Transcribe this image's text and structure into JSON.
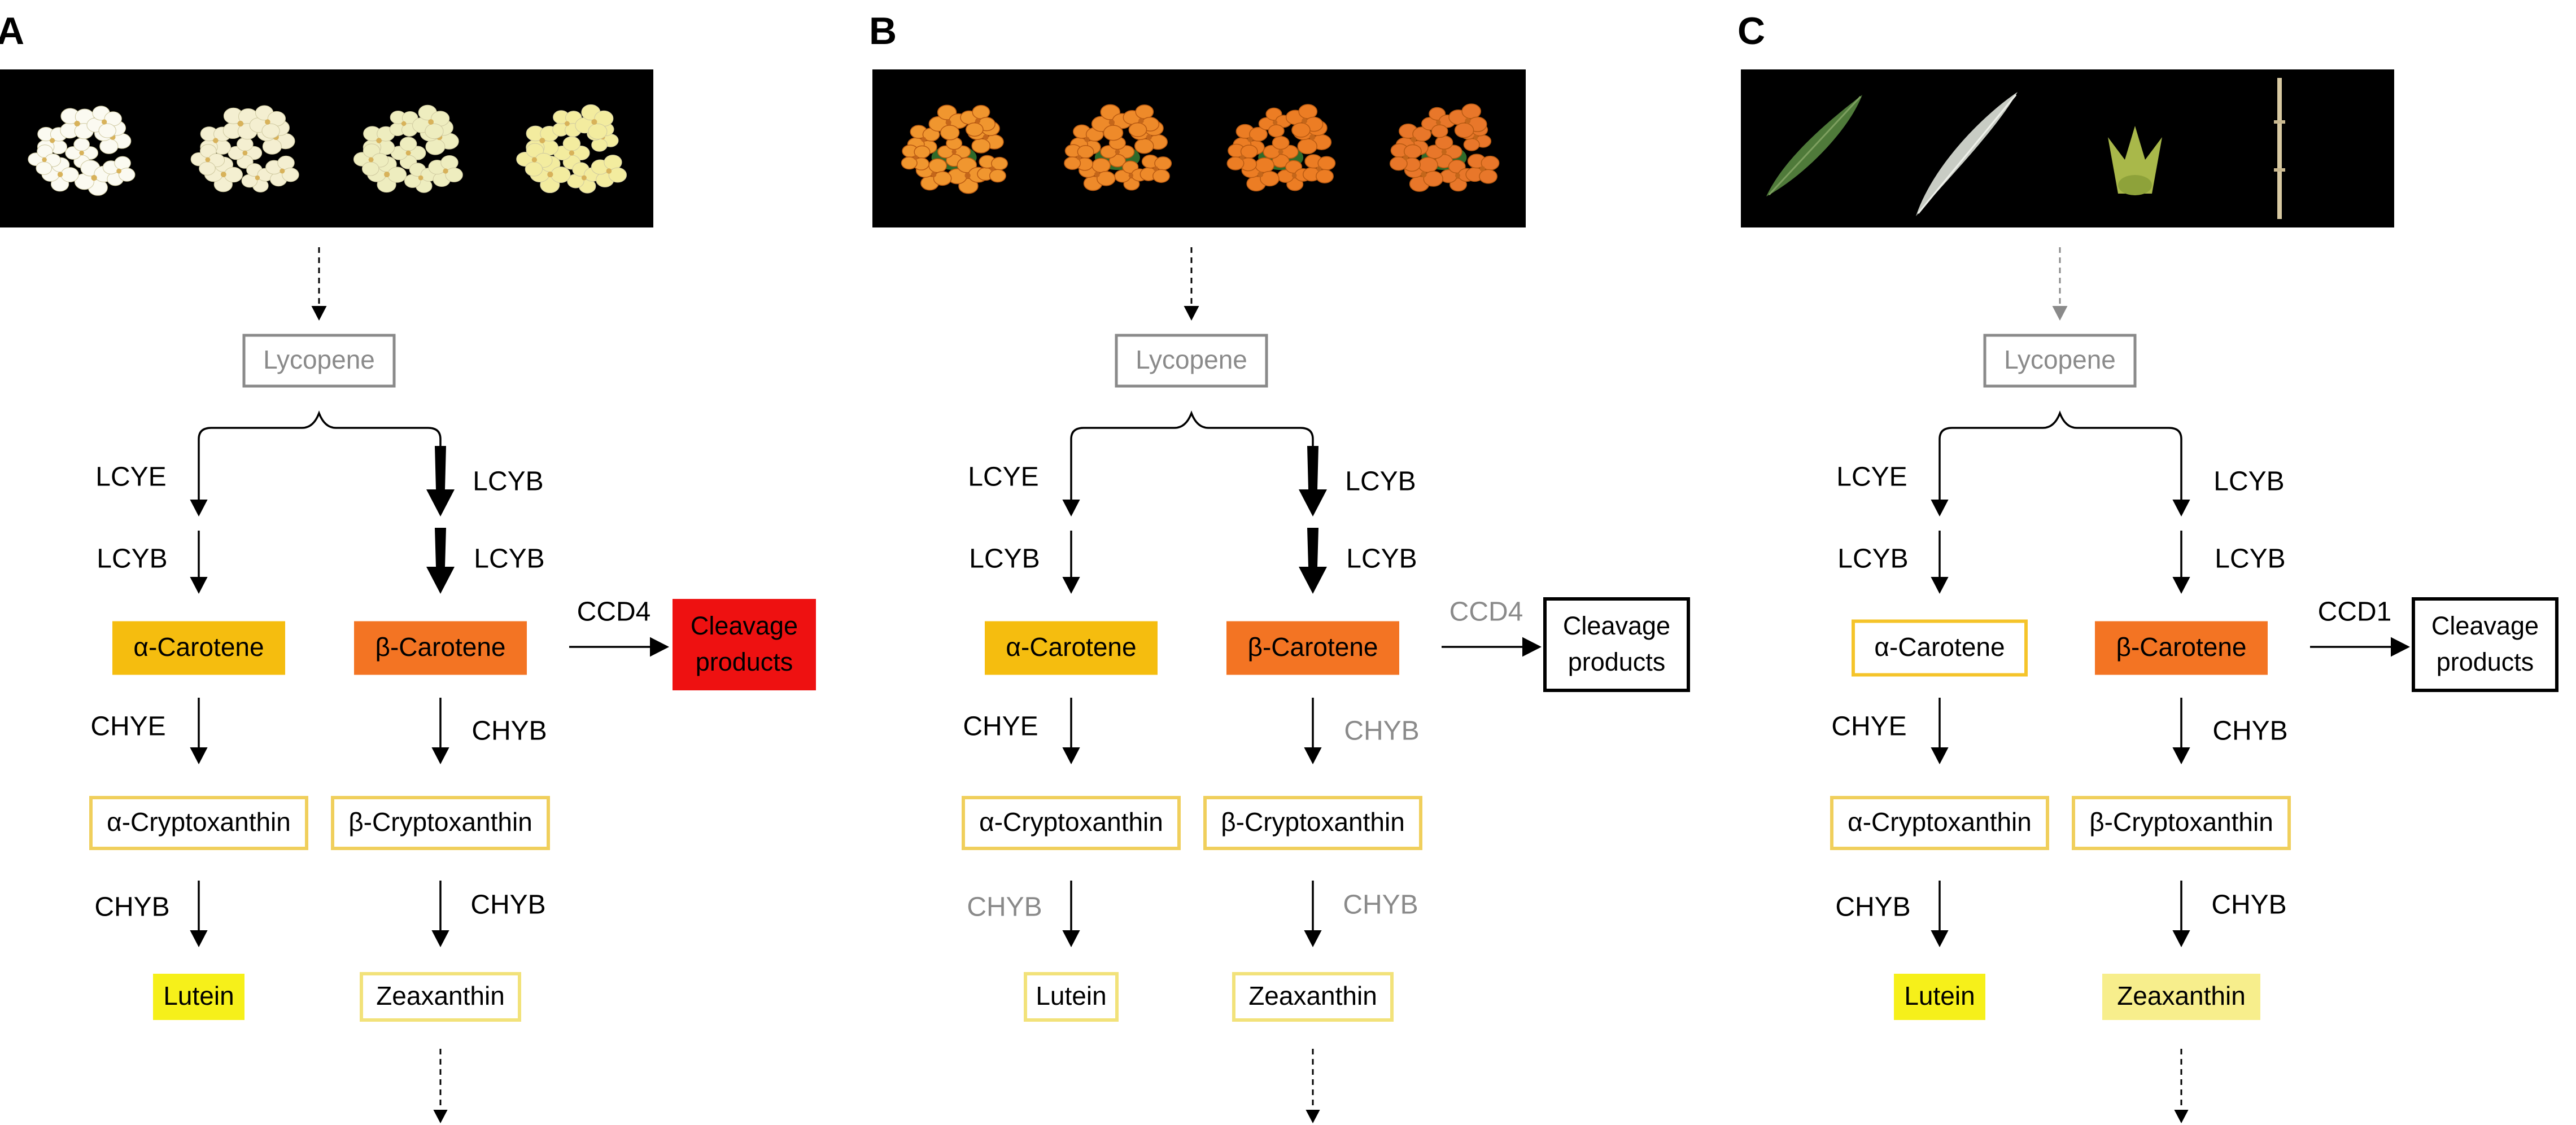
{
  "colors": {
    "black": "#000000",
    "gray": "#8a8a8a",
    "alpha_carotene_fill": "#f5bd0f",
    "beta_carotene_fill": "#f37423",
    "cleavage_red": "#ee1111",
    "lutein_yellow": "#f6f01a",
    "pale_yellow": "#f7ee8c",
    "box_outline_gold": "#f0cf5c",
    "box_outline_yellow": "#f2e27a"
  },
  "panels": [
    {
      "letter": "A",
      "photo_subject": "cream-white-flowers",
      "lycopene_arrow_color": "black",
      "lycopene": "Lycopene",
      "enzymes": {
        "left_lcye": {
          "text": "LCYE",
          "color": "black"
        },
        "right_lcyb1": {
          "text": "LCYB",
          "color": "black"
        },
        "left_lcyb": {
          "text": "LCYB",
          "color": "black"
        },
        "right_lcyb2": {
          "text": "LCYB",
          "color": "black"
        },
        "cleave": {
          "text": "CCD4",
          "color": "black"
        },
        "left_chye": {
          "text": "CHYE",
          "color": "black"
        },
        "right_chyb1": {
          "text": "CHYB",
          "color": "black"
        },
        "left_chyb": {
          "text": "CHYB",
          "color": "black"
        },
        "right_chyb2": {
          "text": "CHYB",
          "color": "black"
        }
      },
      "thick_right_arrows": true,
      "boxes": {
        "alpha_carotene": {
          "text": "α-Carotene",
          "fill": "#f5bd0f",
          "stroke": "none",
          "text_color": "#000000"
        },
        "beta_carotene": {
          "text": "β-Carotene",
          "fill": "#f37423",
          "stroke": "none",
          "text_color": "#000000"
        },
        "cleavage": {
          "text1": "Cleavage",
          "text2": "products",
          "fill": "#ee1111",
          "stroke": "none",
          "text_color": "#000000"
        },
        "alpha_crypto": {
          "text": "α-Cryptoxanthin",
          "fill": "#ffffff",
          "stroke": "#f0cf5c",
          "text_color": "#000000"
        },
        "beta_crypto": {
          "text": "β-Cryptoxanthin",
          "fill": "#ffffff",
          "stroke": "#f0cf5c",
          "text_color": "#000000"
        },
        "lutein": {
          "text": "Lutein",
          "fill": "#f6f01a",
          "stroke": "none",
          "text_color": "#000000"
        },
        "zeaxanthin": {
          "text": "Zeaxanthin",
          "fill": "#ffffff",
          "stroke": "#f2e27a",
          "text_color": "#000000"
        }
      }
    },
    {
      "letter": "B",
      "photo_subject": "orange-flowers",
      "lycopene_arrow_color": "black",
      "lycopene": "Lycopene",
      "enzymes": {
        "left_lcye": {
          "text": "LCYE",
          "color": "black"
        },
        "right_lcyb1": {
          "text": "LCYB",
          "color": "black"
        },
        "left_lcyb": {
          "text": "LCYB",
          "color": "black"
        },
        "right_lcyb2": {
          "text": "LCYB",
          "color": "black"
        },
        "cleave": {
          "text": "CCD4",
          "color": "gray"
        },
        "left_chye": {
          "text": "CHYE",
          "color": "black"
        },
        "right_chyb1": {
          "text": "CHYB",
          "color": "gray"
        },
        "left_chyb": {
          "text": "CHYB",
          "color": "gray"
        },
        "right_chyb2": {
          "text": "CHYB",
          "color": "gray"
        }
      },
      "thick_right_arrows": true,
      "boxes": {
        "alpha_carotene": {
          "text": "α-Carotene",
          "fill": "#f5bd0f",
          "stroke": "none",
          "text_color": "#000000"
        },
        "beta_carotene": {
          "text": "β-Carotene",
          "fill": "#f37423",
          "stroke": "none",
          "text_color": "#000000"
        },
        "cleavage": {
          "text1": "Cleavage",
          "text2": "products",
          "fill": "#ffffff",
          "stroke": "#000000",
          "text_color": "#000000"
        },
        "alpha_crypto": {
          "text": "α-Cryptoxanthin",
          "fill": "#ffffff",
          "stroke": "#f0cf5c",
          "text_color": "#000000"
        },
        "beta_crypto": {
          "text": "β-Cryptoxanthin",
          "fill": "#ffffff",
          "stroke": "#f0cf5c",
          "text_color": "#000000"
        },
        "lutein": {
          "text": "Lutein",
          "fill": "#ffffff",
          "stroke": "#f2e27a",
          "text_color": "#000000"
        },
        "zeaxanthin": {
          "text": "Zeaxanthin",
          "fill": "#ffffff",
          "stroke": "#f2e27a",
          "text_color": "#000000"
        }
      }
    },
    {
      "letter": "C",
      "photo_subject": "leaves-and-stem",
      "lycopene_arrow_color": "gray",
      "lycopene": "Lycopene",
      "enzymes": {
        "left_lcye": {
          "text": "LCYE",
          "color": "black"
        },
        "right_lcyb1": {
          "text": "LCYB",
          "color": "black"
        },
        "left_lcyb": {
          "text": "LCYB",
          "color": "black"
        },
        "right_lcyb2": {
          "text": "LCYB",
          "color": "black"
        },
        "cleave": {
          "text": "CCD1",
          "color": "black"
        },
        "left_chye": {
          "text": "CHYE",
          "color": "black"
        },
        "right_chyb1": {
          "text": "CHYB",
          "color": "black"
        },
        "left_chyb": {
          "text": "CHYB",
          "color": "black"
        },
        "right_chyb2": {
          "text": "CHYB",
          "color": "black"
        }
      },
      "thick_right_arrows": false,
      "boxes": {
        "alpha_carotene": {
          "text": "α-Carotene",
          "fill": "#ffffff",
          "stroke": "#f5c42a",
          "text_color": "#000000"
        },
        "beta_carotene": {
          "text": "β-Carotene",
          "fill": "#f37423",
          "stroke": "none",
          "text_color": "#000000"
        },
        "cleavage": {
          "text1": "Cleavage",
          "text2": "products",
          "fill": "#ffffff",
          "stroke": "#000000",
          "text_color": "#000000"
        },
        "alpha_crypto": {
          "text": "α-Cryptoxanthin",
          "fill": "#ffffff",
          "stroke": "#f0cf5c",
          "text_color": "#000000"
        },
        "beta_crypto": {
          "text": "β-Cryptoxanthin",
          "fill": "#ffffff",
          "stroke": "#f0cf5c",
          "text_color": "#000000"
        },
        "lutein": {
          "text": "Lutein",
          "fill": "#f6f01a",
          "stroke": "none",
          "text_color": "#000000"
        },
        "zeaxanthin": {
          "text": "Zeaxanthin",
          "fill": "#f7ee8c",
          "stroke": "none",
          "text_color": "#000000"
        }
      }
    }
  ]
}
